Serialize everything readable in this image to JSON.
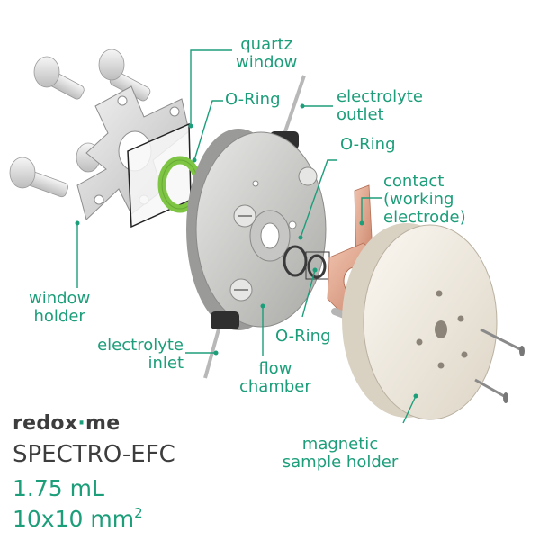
{
  "labels": {
    "quartz_window": [
      "quartz",
      "window"
    ],
    "o_ring_top": "O-Ring",
    "electrolyte_outlet": [
      "electrolyte",
      "outlet"
    ],
    "o_ring_right": "O-Ring",
    "contact": [
      "contact",
      "(working",
      "electrode)"
    ],
    "window_holder": [
      "window",
      "holder"
    ],
    "electrolyte_inlet": [
      "electrolyte",
      "inlet"
    ],
    "o_ring_bottom": "O-Ring",
    "flow_chamber": [
      "flow",
      "chamber"
    ],
    "magnetic_sample_holder": [
      "magnetic",
      "sample holder"
    ]
  },
  "brand": {
    "pre": "redox",
    "accent": "·",
    "post": "me"
  },
  "product": "SPECTRO-EFC",
  "volume": "1.75 mL",
  "area": {
    "text": "10x10 mm",
    "sup": "2"
  },
  "colors": {
    "accent": "#1d9e7a",
    "label_text": "#1d9e7a",
    "brand_text": "#3d3d3d",
    "o_ring_green": "#7ec544",
    "copper": "#e4a98f",
    "chamber_grey": "#d6d6d4",
    "holder_cream": "#f1ece3"
  }
}
